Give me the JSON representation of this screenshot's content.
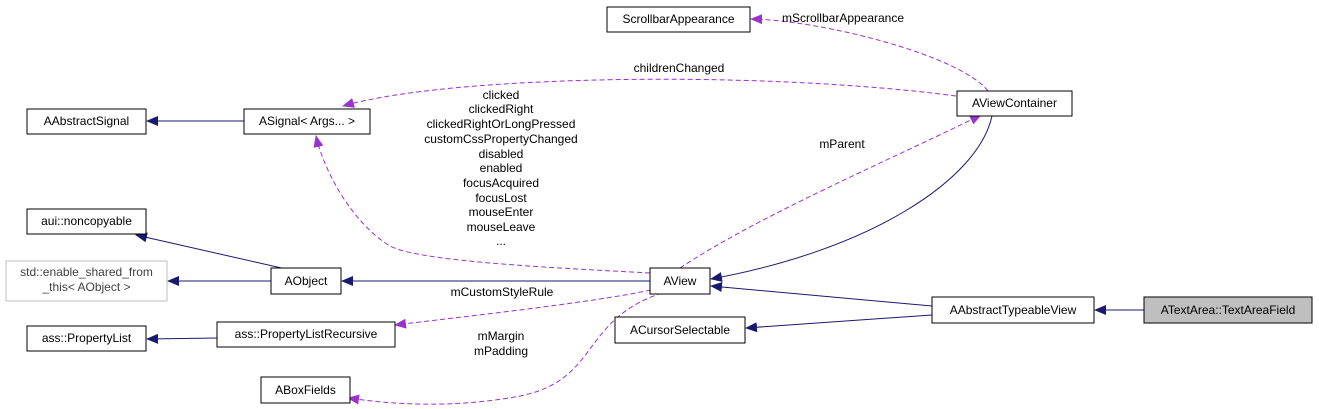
{
  "nodes": {
    "scrollbar_appearance": "ScrollbarAppearance",
    "aabstract_signal": "AAbstractSignal",
    "asignal": "ASignal< Args... >",
    "aview_container": "AViewContainer",
    "aui_noncopyable": "aui::noncopyable",
    "std_enable_shared_line1": "std::enable_shared_from",
    "std_enable_shared_line2": "_this< AObject >",
    "aobject": "AObject",
    "aview": "AView",
    "aabstract_typeable_view": "AAbstractTypeableView",
    "atextarea_textareafield": "ATextArea::TextAreaField",
    "ass_property_list": "ass::PropertyList",
    "ass_property_list_recursive": "ass::PropertyListRecursive",
    "acursor_selectable": "ACursorSelectable",
    "abox_fields": "ABoxFields"
  },
  "edge_labels": {
    "scrollbar_appearance": "mScrollbarAppearance",
    "children_changed": "childrenChanged",
    "signals": [
      "clicked",
      "clickedRight",
      "clickedRightOrLongPressed",
      "customCssPropertyChanged",
      "disabled",
      "enabled",
      "focusAcquired",
      "focusLost",
      "mouseEnter",
      "mouseLeave",
      "..."
    ],
    "parent": "mParent",
    "custom_style_rule": "mCustomStyleRule",
    "box_fields_line1": "mMargin",
    "box_fields_line2": "mPadding"
  },
  "colors": {
    "inheritance_edge": "#191970",
    "member_edge": "#9a32cd",
    "focus_node_fill": "#bfbfbf",
    "external_node_border": "#bfbfbf"
  }
}
